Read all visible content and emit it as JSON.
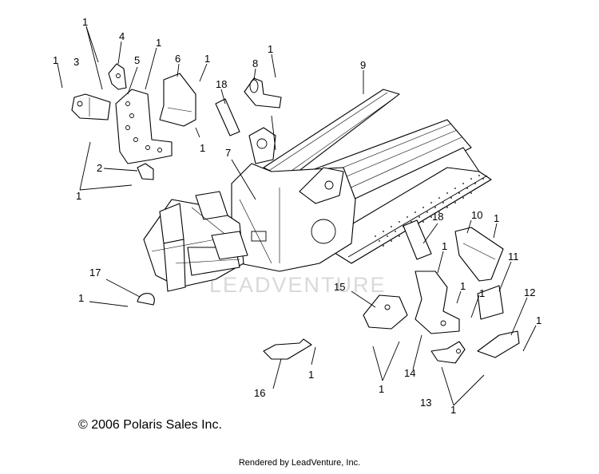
{
  "diagram": {
    "callouts": [
      {
        "id": "c1a",
        "label": "1"
      },
      {
        "id": "c1b",
        "label": "1"
      },
      {
        "id": "c1c",
        "label": "1"
      },
      {
        "id": "c1d",
        "label": "1"
      },
      {
        "id": "c1e",
        "label": "1"
      },
      {
        "id": "c1f",
        "label": "1"
      },
      {
        "id": "c1g",
        "label": "1"
      },
      {
        "id": "c1h",
        "label": "1"
      },
      {
        "id": "c1i",
        "label": "1"
      },
      {
        "id": "c1j",
        "label": "1"
      },
      {
        "id": "c1k",
        "label": "1"
      },
      {
        "id": "c1l",
        "label": "1"
      },
      {
        "id": "c1m",
        "label": "1"
      },
      {
        "id": "c1n",
        "label": "1"
      },
      {
        "id": "c1o",
        "label": "1"
      },
      {
        "id": "c1p",
        "label": "1"
      },
      {
        "id": "c2",
        "label": "2"
      },
      {
        "id": "c3",
        "label": "3"
      },
      {
        "id": "c4",
        "label": "4"
      },
      {
        "id": "c5",
        "label": "5"
      },
      {
        "id": "c6",
        "label": "6"
      },
      {
        "id": "c7",
        "label": "7"
      },
      {
        "id": "c8",
        "label": "8"
      },
      {
        "id": "c9",
        "label": "9"
      },
      {
        "id": "c10",
        "label": "10"
      },
      {
        "id": "c11",
        "label": "11"
      },
      {
        "id": "c12",
        "label": "12"
      },
      {
        "id": "c13",
        "label": "13"
      },
      {
        "id": "c14",
        "label": "14"
      },
      {
        "id": "c15",
        "label": "15"
      },
      {
        "id": "c16",
        "label": "16"
      },
      {
        "id": "c17",
        "label": "17"
      },
      {
        "id": "c18a",
        "label": "18"
      },
      {
        "id": "c18b",
        "label": "18"
      }
    ],
    "watermark": "LEADVENTURE",
    "copyright": "© 2006 Polaris Sales Inc.",
    "rendered_by": "Rendered by LeadVenture, Inc."
  }
}
